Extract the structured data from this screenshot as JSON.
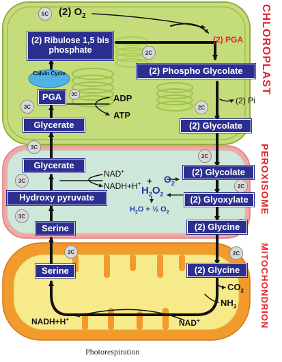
{
  "colors": {
    "chloroplast_fill": "#c5dc7a",
    "peroxisome_fill": "#f2a6a6",
    "mitochondrion_outer": "#f39a2d",
    "mitochondrion_matrix": "#f7ea8a",
    "box_fill": "#2b2f8f",
    "organelle_label": "#e0242a",
    "calvin_cycle_fill": "#4fb3e8"
  },
  "organelles": {
    "chloroplast": "CHLOROPLAST",
    "peroxisome": "PEROXISOME",
    "mitochondrion": "MITOCHONDRION"
  },
  "boxes": {
    "ribulose": "(2) Ribulose 1,5 bis phosphate",
    "phosphoglycolate": "(2) Phospho Glycolate",
    "pga": "PGA",
    "glycerate_chloro": "Glycerate",
    "glycolate_chloro": "(2) Glycolate",
    "glycerate_perox": "Glycerate",
    "glycolate_perox": "(2) Glycolate",
    "hydroxy_pyruvate": "Hydroxy pyruvate",
    "glyoxylate": "(2) Glyoxylate",
    "serine_perox": "Serine",
    "glycine_perox": "(2) Glycine",
    "serine_mito": "Serine",
    "glycine_mito": "(2) Glycine"
  },
  "labels": {
    "o2_top": "(2) O",
    "o2_top_sub": "2",
    "pga_red": "(2) PGA",
    "calvin_cycle": "Calvin Cycle",
    "adp": "ADP",
    "atp": "ATP",
    "pi": "(2) Pi",
    "nad_perox": "NAD",
    "nad_perox_sup": "+",
    "nadh_perox": "NADH+H",
    "nadh_perox_sup": "+",
    "nadh_plus": "+",
    "o2_perox": "O",
    "o2_perox_sub": "2",
    "h2o2_a": "H",
    "h2o2_sub1": "2",
    "h2o2_b": "O",
    "h2o2_sub2": "2",
    "water": "H",
    "water_sub": "2",
    "water_rest": "O + ½ O",
    "water_sub2": "2",
    "co2": "CO",
    "co2_sub": "2",
    "nh3": "NH",
    "nh3_sub": "3",
    "nadh_mito": "NADH+H",
    "nadh_mito_sup": "+",
    "nad_mito": "NAD",
    "nad_mito_sup": "+",
    "caption": "Photorespiration"
  },
  "badges": {
    "b5c": "5C",
    "b2c_phospho": "2C",
    "b3c_pga": "3C",
    "b3c_glycerate_side": "3C",
    "b2c_glycolate": "2C",
    "b3c_glycerate_perox": "3C",
    "b2c_glycolate_perox": "2C",
    "b3c_hydroxy": "3C",
    "b2c_glyoxylate": "2C",
    "b3c_serine": "3C",
    "b2c_glycine": "2C",
    "b3c_mito": "3C",
    "b2c_mito": "2C"
  }
}
